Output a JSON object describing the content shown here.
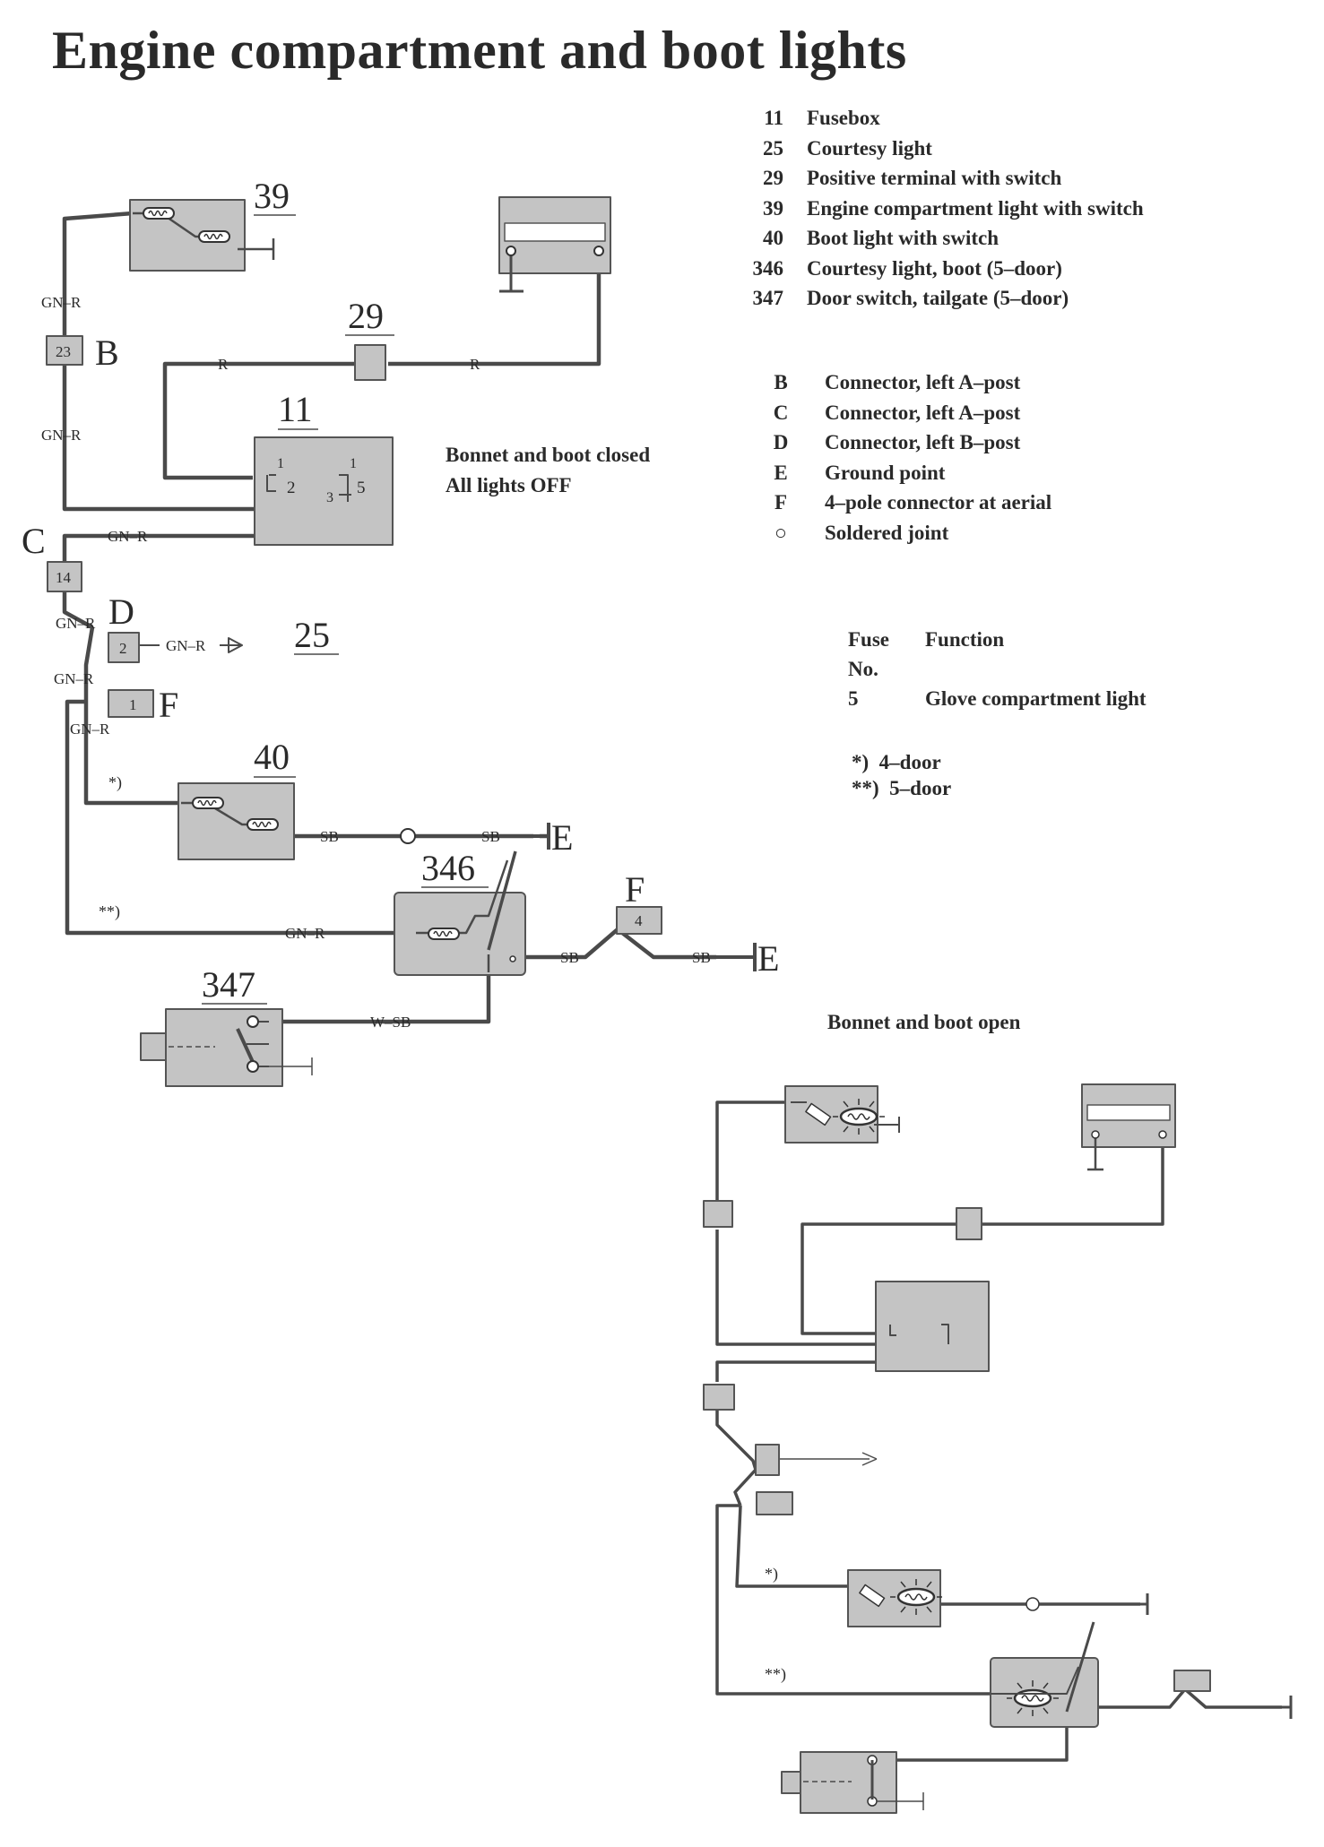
{
  "title": "Engine compartment and boot lights",
  "component_legend": [
    {
      "code": "11",
      "text": "Fusebox"
    },
    {
      "code": "25",
      "text": "Courtesy light"
    },
    {
      "code": "29",
      "text": "Positive terminal with switch"
    },
    {
      "code": "39",
      "text": "Engine compartment light with switch"
    },
    {
      "code": "40",
      "text": "Boot light with switch"
    },
    {
      "code": "346",
      "text": "Courtesy light, boot (5–door)"
    },
    {
      "code": "347",
      "text": "Door switch, tailgate (5–door)"
    }
  ],
  "connector_legend": [
    {
      "code": "B",
      "text": "Connector, left A–post"
    },
    {
      "code": "C",
      "text": "Connector, left A–post"
    },
    {
      "code": "D",
      "text": "Connector, left B–post"
    },
    {
      "code": "E",
      "text": "Ground point"
    },
    {
      "code": "F",
      "text": "4–pole connector at aerial"
    },
    {
      "code": "○",
      "text": "Soldered joint"
    }
  ],
  "fuse_table": {
    "header_fuse": "Fuse",
    "header_no": "No.",
    "header_function": "Function",
    "rows": [
      {
        "no": "5",
        "function": "Glove compartment light"
      }
    ]
  },
  "notes": [
    {
      "mark": "*)",
      "text": "4–door"
    },
    {
      "mark": "**)",
      "text": "5–door"
    }
  ],
  "status_closed": {
    "line1": "Bonnet and boot closed",
    "line2": "All lights OFF"
  },
  "status_open": "Bonnet and boot open",
  "diagram_labels": {
    "n39": "39",
    "n29": "29",
    "n11": "11",
    "n25": "25",
    "n40": "40",
    "n346": "346",
    "n347": "347",
    "B": "B",
    "C": "C",
    "D": "D",
    "F": "F",
    "E": "E",
    "pin23": "23",
    "pin14": "14",
    "pin2": "2",
    "pin1": "1",
    "pin4": "4",
    "fb1a": "1",
    "fb2": "2",
    "fb1b": "1",
    "fb3": "3",
    "fb5": "5",
    "gnr": "GN–R",
    "r": "R",
    "sb": "SB",
    "wsb": "W–SB",
    "star1": "*)",
    "star2": "**)"
  }
}
